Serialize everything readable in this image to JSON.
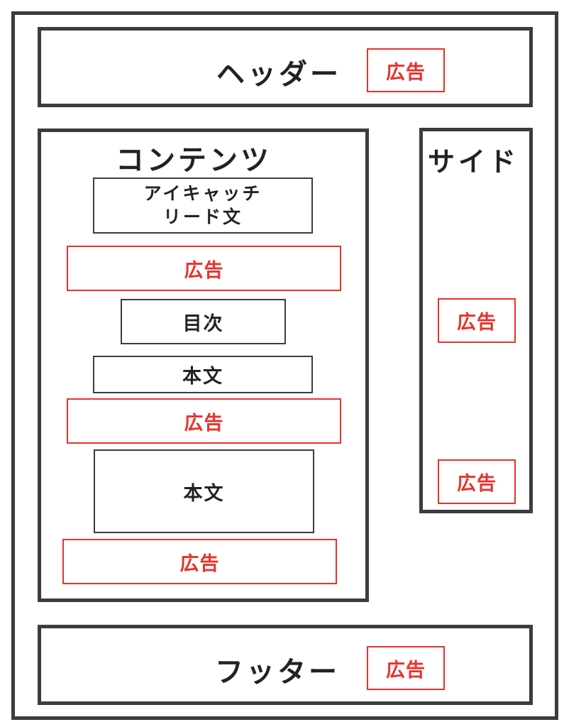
{
  "header": {
    "label": "ヘッダー",
    "ad": "広告"
  },
  "content": {
    "title": "コンテンツ",
    "eyecatch_line1": "アイキャッチ",
    "eyecatch_line2": "リード文",
    "ad1": "広告",
    "toc": "目次",
    "body1": "本文",
    "ad2": "広告",
    "body2": "本文",
    "ad3": "広告"
  },
  "side": {
    "title": "サイド",
    "ad1": "広告",
    "ad2": "広告"
  },
  "footer": {
    "label": "フッター",
    "ad": "広告"
  },
  "colors": {
    "border": "#3c3c3c",
    "ad": "#e8322a",
    "text": "#222222"
  }
}
